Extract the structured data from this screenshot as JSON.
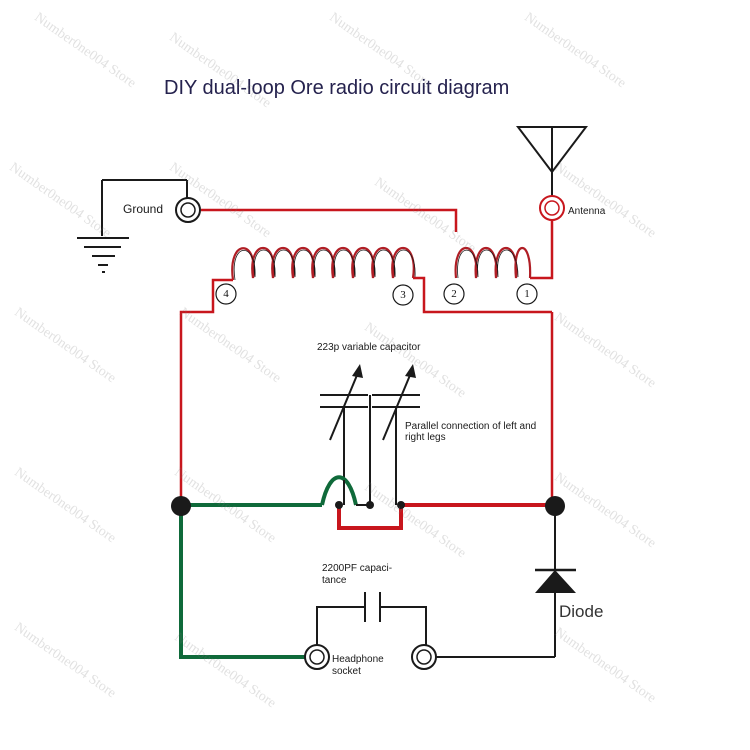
{
  "title": "DIY dual-loop Ore radio circuit diagram",
  "labels": {
    "ground": "Ground",
    "antenna": "Antenna",
    "variable_capacitor": "223p variable capacitor",
    "parallel_note": "Parallel connection of left and right legs",
    "capacitor_2200": "2200PF capaci-tance",
    "diode": "Diode",
    "headphone": "Headphone socket"
  },
  "coil_taps": [
    "4",
    "3",
    "2",
    "1"
  ],
  "watermark": "Number0ne004 Store",
  "colors": {
    "title": "#25224e",
    "red_wire": "#c8161d",
    "green_wire": "#0f6a3a",
    "black_wire": "#1a1a1a",
    "coil": "#b01e25"
  }
}
